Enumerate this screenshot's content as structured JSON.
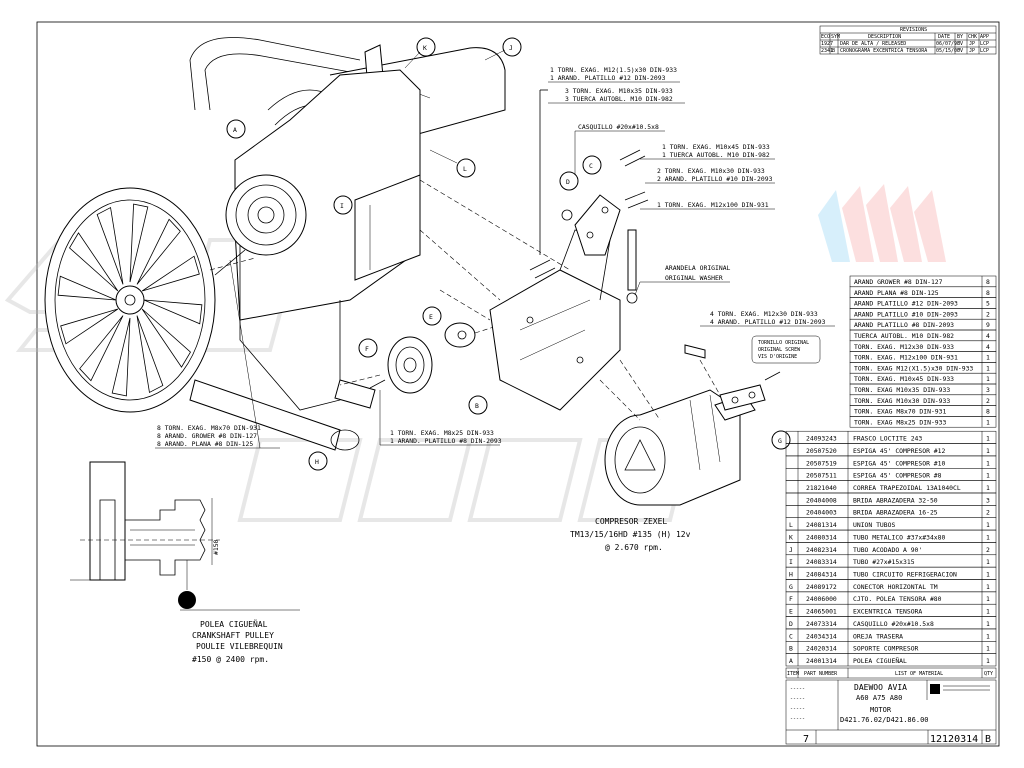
{
  "revisions": {
    "title": "REVISIONS",
    "headers": [
      "ECO",
      "SYM",
      "DESCRIPTION",
      "DATE",
      "BY",
      "CHK",
      "APP"
    ],
    "rows": [
      [
        "1927",
        "",
        "DAR DE ALTA / RELEASED",
        "06/07/98",
        "FV",
        "JP",
        "LCP"
      ],
      [
        "2341",
        "B",
        "CRONOGRAMA EXCENTRICA TENSORA",
        "05/15/00",
        "FV",
        "JP",
        "LCP"
      ]
    ]
  },
  "callouts": {
    "bolt_group_1": [
      "1 TORN. EXAG. M12(1.5)x30 DIN-933",
      "1 ARAND. PLATILLO #12 DIN-2093"
    ],
    "bolt_group_2": [
      "3 TORN. EXAG. M10x35 DIN-933",
      "3 TUERCA AUTOBL. M10 DIN-982"
    ],
    "casquillo": "CASQUILLO #20x#10.5x8",
    "bolt_group_3": [
      "1 TORN. EXAG. M10x45 DIN-933",
      "1 TUERCA AUTOBL. M10 DIN-982"
    ],
    "bolt_group_4": [
      "2 TORN. EXAG. M10x30 DIN-933",
      "2 ARAND. PLATILLO #10 DIN-2093"
    ],
    "bolt_group_5": "1 TORN. EXAG. M12x100 DIN-931",
    "washer": [
      "ARANDELA ORIGINAL",
      "ORIGINAL WASHER"
    ],
    "bolt_group_6": [
      "4 TORN. EXAG. M12x30 DIN-933",
      "4 ARAND. PLATILLO #12 DIN-2093"
    ],
    "original_screw": [
      "TORNILLO ORIGINAL",
      "ORIGINAL SCREW",
      "VIS D'ORIGINE"
    ],
    "bolt_group_7": [
      "8 TORN. EXAG. M8x70 DIN-931",
      "8 ARAND. GROWER #8 DIN-127",
      "8 ARAND. PLANA #8 DIN-125"
    ],
    "bolt_group_8": [
      "1 TORN. EXAG. M8x25 DIN-933",
      "1 ARAND. PLATILLO #8 DIN-2093"
    ]
  },
  "compressor": {
    "label": "COMPRESOR ZEXEL",
    "model": "TM13/15/16HD #135 (H) 12v",
    "rpm": "@ 2.670 rpm."
  },
  "pulley": {
    "label_es": "POLEA CIGUEÑAL",
    "label_en": "CRANKSHAFT PULLEY",
    "label_fr": "POULIE VILEBREQUIN",
    "spec": "#150 @ 2400 rpm.",
    "dim": "#150"
  },
  "letters": [
    "A",
    "B",
    "C",
    "D",
    "E",
    "F",
    "G",
    "H",
    "I",
    "J",
    "K",
    "L"
  ],
  "hardware_rows": [
    {
      "desc": "ARAND GROWER #8 DIN-127",
      "qty": "8"
    },
    {
      "desc": "ARAND PLANA #8 DIN-125",
      "qty": "8"
    },
    {
      "desc": "ARAND PLATILLO #12 DIN-2093",
      "qty": "5"
    },
    {
      "desc": "ARAND PLATILLO #10 DIN-2093",
      "qty": "2"
    },
    {
      "desc": "ARAND PLATILLO #8 DIN-2093",
      "qty": "9"
    },
    {
      "desc": "TUERCA AUTOBL. M10 DIN-982",
      "qty": "4"
    },
    {
      "desc": "TORN. EXAG. M12x30 DIN-933",
      "qty": "4"
    },
    {
      "desc": "TORN. EXAG. M12x100 DIN-931",
      "qty": "1"
    },
    {
      "desc": "TORN. EXAG M12(X1.5)x30 DIN-933",
      "qty": "1"
    },
    {
      "desc": "TORN. EXAG. M10x45 DIN-933",
      "qty": "1"
    },
    {
      "desc": "TORN. EXAG M10x35 DIN-933",
      "qty": "3"
    },
    {
      "desc": "TORN. EXAG M10x30 DIN-933",
      "qty": "2"
    },
    {
      "desc": "TORN. EXAG M8x70 DIN-931",
      "qty": "8"
    },
    {
      "desc": "TORN. EXAG M8x25 DIN-933",
      "qty": "1"
    }
  ],
  "parts_rows": [
    {
      "item": "",
      "code": "24093243",
      "desc": "FRASCO LOCTITE 243",
      "qty": "1"
    },
    {
      "item": "",
      "code": "20507520",
      "desc": "ESPIGA 45' COMPRESOR #12",
      "qty": "1"
    },
    {
      "item": "",
      "code": "20507519",
      "desc": "ESPIGA 45' COMPRESOR #10",
      "qty": "1"
    },
    {
      "item": "",
      "code": "20507511",
      "desc": "ESPIGA 45' COMPRESOR #8",
      "qty": "1"
    },
    {
      "item": "",
      "code": "21821040",
      "desc": "CORREA TRAPEZOIDAL 13A1040CL",
      "qty": "1"
    },
    {
      "item": "",
      "code": "20404008",
      "desc": "BRIDA ABRAZADERA 32-50",
      "qty": "3"
    },
    {
      "item": "",
      "code": "20404003",
      "desc": "BRIDA ABRAZADERA 16-25",
      "qty": "2"
    },
    {
      "item": "L",
      "code": "24081314",
      "desc": "UNION TUBOS",
      "qty": "1"
    },
    {
      "item": "K",
      "code": "24080314",
      "desc": "TUBO METALICO #37x#34x80",
      "qty": "1"
    },
    {
      "item": "J",
      "code": "24082314",
      "desc": "TUBO ACODADO A 90'",
      "qty": "2"
    },
    {
      "item": "I",
      "code": "24083314",
      "desc": "TUBO #27x#15x315",
      "qty": "1"
    },
    {
      "item": "H",
      "code": "24084314",
      "desc": "TUBO CIRCUITO REFRIGERACION",
      "qty": "1"
    },
    {
      "item": "G",
      "code": "24089172",
      "desc": "CONECTOR HORIZONTAL TM",
      "qty": "1"
    },
    {
      "item": "F",
      "code": "24006000",
      "desc": "CJTO. POLEA TENSORA #80",
      "qty": "1"
    },
    {
      "item": "E",
      "code": "24065001",
      "desc": "EXCENTRICA TENSORA",
      "qty": "1"
    },
    {
      "item": "D",
      "code": "24073314",
      "desc": "CASQUILLO #20x#10.5x8",
      "qty": "1"
    },
    {
      "item": "C",
      "code": "24034314",
      "desc": "OREJA TRASERA",
      "qty": "1"
    },
    {
      "item": "B",
      "code": "24020314",
      "desc": "SOPORTE COMPRESOR",
      "qty": "1"
    },
    {
      "item": "A",
      "code": "24001314",
      "desc": "POLEA CIGUEÑAL",
      "qty": "1"
    }
  ],
  "list_footer": {
    "item": "ITEM",
    "part": "PART NUMBER",
    "desc": "LIST OF MATERIAL",
    "qty": "QTY"
  },
  "title_block": {
    "line1": "DAEWOO AVIA",
    "line2": "A60 A75 A80",
    "line3": "MOTOR",
    "line4": "D421.76.02/D421.86.00",
    "sheet": "7",
    "drawing_number": "12120314",
    "revision": "B"
  },
  "watermark_color": "#bbbbbb",
  "watermark_accent": [
    "#8fd3f4",
    "#f7a6a6"
  ]
}
